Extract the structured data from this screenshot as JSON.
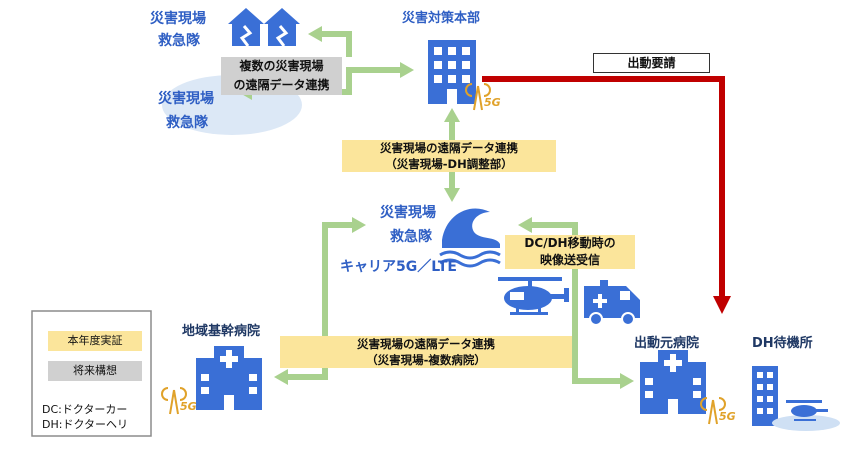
{
  "nodes": {
    "hq": "災害対策本部",
    "site_team_1": [
      "災害現場",
      "救急隊"
    ],
    "site_team_2": [
      "災害現場",
      "救急隊"
    ],
    "site_team_center": [
      "災害現場",
      "救急隊"
    ],
    "carrier": "キャリア5G／LTE",
    "regional_hospital": "地域基幹病院",
    "origin_hospital": "出動元病院",
    "dh_standby": "DH待機所"
  },
  "connections": {
    "multi_site": [
      "複数の災害現場",
      "の遠隔データ連携"
    ],
    "hq_link": [
      "災害現場の遠隔データ連携",
      "（災害現場-DH調整部）"
    ],
    "hospital_link": [
      "災害現場の遠隔データ連携",
      "（災害現場-複数病院）"
    ],
    "video_link": [
      "DC/DH移動時の",
      "映像送受信"
    ],
    "dispatch": "出動要請"
  },
  "badge_5g": "5G",
  "legend": {
    "current": "本年度実証",
    "future": "将来構想",
    "notes": [
      "DC:ドクターカー",
      "DH:ドクターヘリ"
    ]
  },
  "colors": {
    "icon_blue": "#3a6fd6",
    "arrow_green": "#a9d18e",
    "arrow_red": "#c00000",
    "current_year": "#fbe59b",
    "future": "#d0d0d0",
    "antenna": "#e0a22a"
  }
}
